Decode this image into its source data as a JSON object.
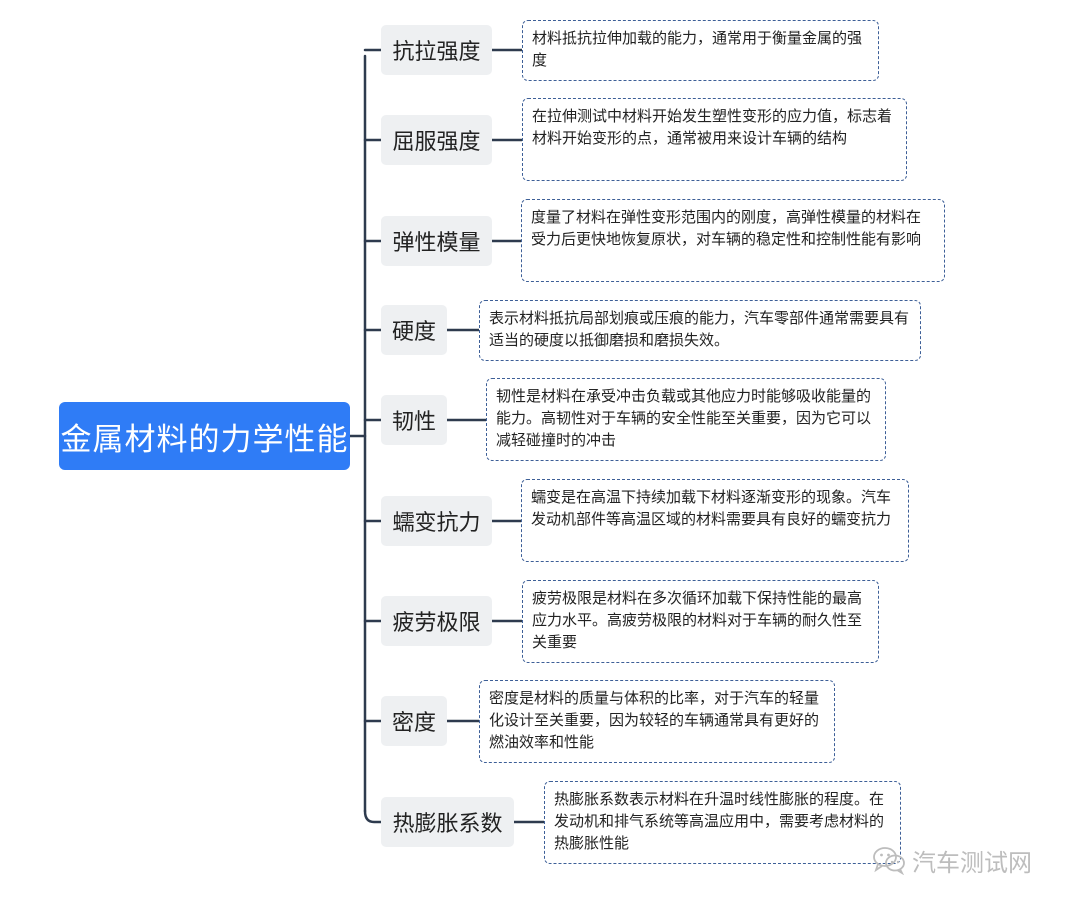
{
  "root": "金属材料的力学性能",
  "branches": [
    {
      "topic": "抗拉强度",
      "desc": "材料抵抗拉伸加载的能力，通常用于衡量金属的强度"
    },
    {
      "topic": "屈服强度",
      "desc": "在拉伸测试中材料开始发生塑性变形的应力值，标志着材料开始变形的点，通常被用来设计车辆的结构"
    },
    {
      "topic": "弹性模量",
      "desc": "度量了材料在弹性变形范围内的刚度，高弹性模量的材料在受力后更快地恢复原状，对车辆的稳定性和控制性能有影响"
    },
    {
      "topic": "硬度",
      "desc": "表示材料抵抗局部划痕或压痕的能力，汽车零部件通常需要具有适当的硬度以抵御磨损和磨损失效。"
    },
    {
      "topic": "韧性",
      "desc": "韧性是材料在承受冲击负载或其他应力时能够吸收能量的能力。高韧性对于车辆的安全性能至关重要，因为它可以减轻碰撞时的冲击"
    },
    {
      "topic": "蠕变抗力",
      "desc": "蠕变是在高温下持续加载下材料逐渐变形的现象。汽车发动机部件等高温区域的材料需要具有良好的蠕变抗力"
    },
    {
      "topic": "疲劳极限",
      "desc": "疲劳极限是材料在多次循环加载下保持性能的最高应力水平。高疲劳极限的材料对于车辆的耐久性至关重要"
    },
    {
      "topic": "密度",
      "desc": "密度是材料的质量与体积的比率，对于汽车的轻量化设计至关重要，因为较轻的车辆通常具有更好的燃油效率和性能"
    },
    {
      "topic": "热膨胀系数",
      "desc": "热膨胀系数表示材料在升温时线性膨胀的程度。在发动机和排气系统等高温应用中，需要考虑材料的热膨胀性能"
    }
  ],
  "watermark": "汽车测试网",
  "watermark_icon": "wechat-icon",
  "colors": {
    "root": "#2f7cf6",
    "topic_bg": "#eef0f2",
    "connector": "#2e3b4e",
    "desc_border": "#3d5f97",
    "watermark": "#bdbdbd"
  }
}
